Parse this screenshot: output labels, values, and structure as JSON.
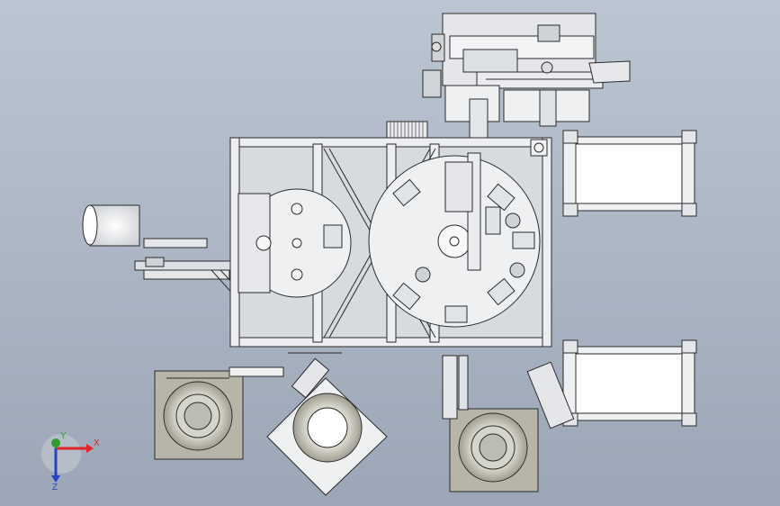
{
  "viewport": {
    "background_top": "#bcc5d2",
    "background_bottom": "#9ba6b6"
  },
  "triad": {
    "x_label": "X",
    "y_label": "Y",
    "z_label": "Z",
    "x_color": "#e0242a",
    "y_color": "#2f9e2f",
    "z_color": "#2a3fc8"
  },
  "colors": {
    "line": "#2b2b2b",
    "frame_fill": "#e4e6ea",
    "plate_fill": "#d7dadf",
    "bowl_fill": "#b6b5a8",
    "drum_fill": "#f0f0f0"
  }
}
